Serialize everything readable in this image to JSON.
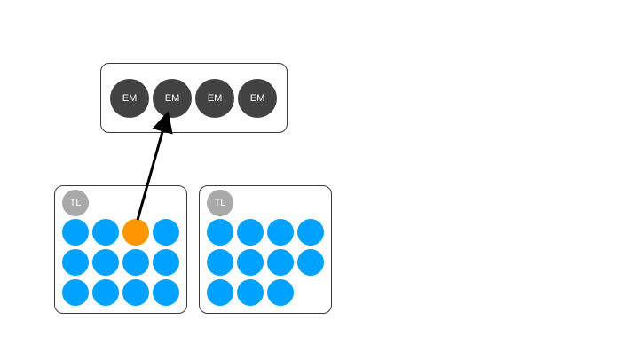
{
  "em_group": {
    "members": [
      {
        "label": "EM"
      },
      {
        "label": "EM"
      },
      {
        "label": "EM"
      },
      {
        "label": "EM"
      }
    ]
  },
  "teams": [
    {
      "lead_label": "TL",
      "member_count": 12,
      "highlighted_member_index": 2
    },
    {
      "lead_label": "TL",
      "member_count": 11
    }
  ],
  "colors": {
    "em": "#424242",
    "team_lead": "#a9a9a9",
    "member": "#00a2ff",
    "highlighted_member": "#ff9500",
    "border": "#3a3a3a",
    "arrow": "#000000"
  },
  "connections": [
    {
      "from": "team-0-member-2",
      "to": "em-1"
    }
  ]
}
